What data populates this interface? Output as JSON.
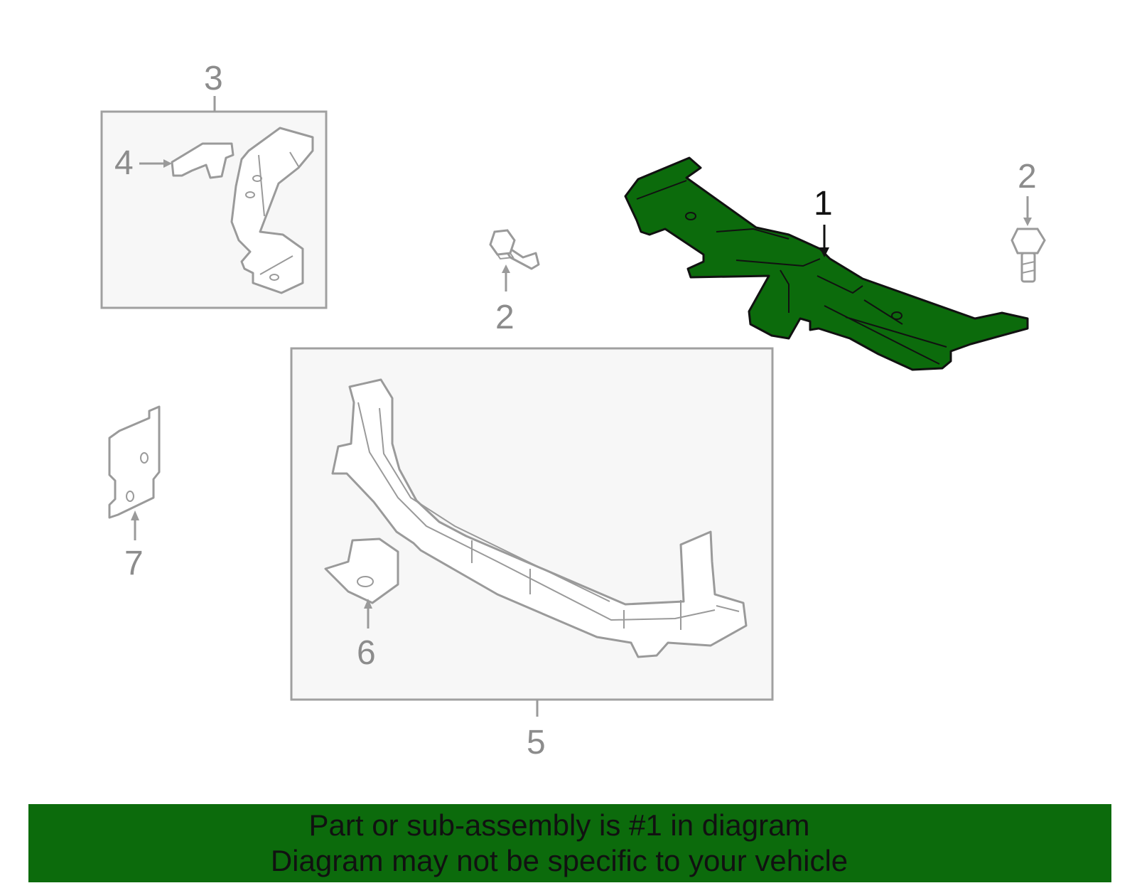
{
  "callouts": {
    "c1": "1",
    "c2_right": "2",
    "c2_center": "2",
    "c3": "3",
    "c4": "4",
    "c5": "5",
    "c6": "6",
    "c7": "7"
  },
  "highlight_part": "1",
  "colors": {
    "highlight_fill": "#0c6b0c",
    "part_outline": "#9a9a9a",
    "box_fill": "#f7f7f7",
    "banner_background": "#0c6b0c"
  },
  "banner": {
    "line1": "Part or sub-assembly is #1 in diagram",
    "line2": "Diagram may not be specific to your vehicle"
  }
}
